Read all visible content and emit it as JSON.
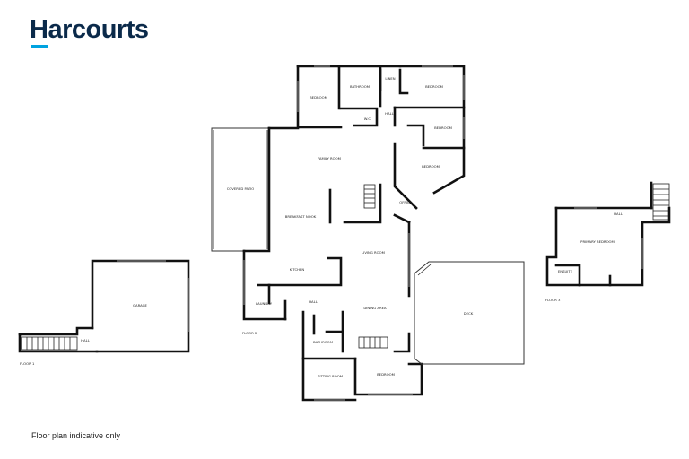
{
  "brand": {
    "name": "Harcourts",
    "accent_color": "#00a3e0",
    "text_color": "#0b2a4a"
  },
  "floors": {
    "floor1": {
      "label": "FLOOR 1",
      "rooms": {
        "garage": "GARAGE",
        "hall": "HALL"
      }
    },
    "floor2": {
      "label": "FLOOR 2",
      "rooms": {
        "bedroom_nw": "BEDROOM",
        "bathroom": "BATHROOM",
        "linen": "LINEN",
        "bedroom_ne": "BEDROOM",
        "wc": "W.C.",
        "hall_north": "HALL",
        "bedroom_e": "BEDROOM",
        "family_room": "FAMILY ROOM",
        "bedroom_se": "BEDROOM",
        "covered_patio": "COVERED PATIO",
        "breakfast_nook": "BREAKFAST NOOK",
        "office": "OFFICE",
        "living_room": "LIVING ROOM",
        "kitchen": "KITCHEN",
        "hall_mid": "HALL",
        "laundry": "LAUNDRY",
        "dining_area": "DINING AREA",
        "deck": "DECK",
        "bathroom_lower": "BATHROOM",
        "bedroom_lower": "BEDROOM",
        "sitting_room": "SITTING ROOM"
      }
    },
    "floor3": {
      "label": "FLOOR 3",
      "rooms": {
        "hall": "HALL",
        "primary_bedroom": "PRIMARY BEDROOM",
        "ensuite": "ENSUITE"
      }
    }
  },
  "disclaimer": "Floor plan indicative only"
}
